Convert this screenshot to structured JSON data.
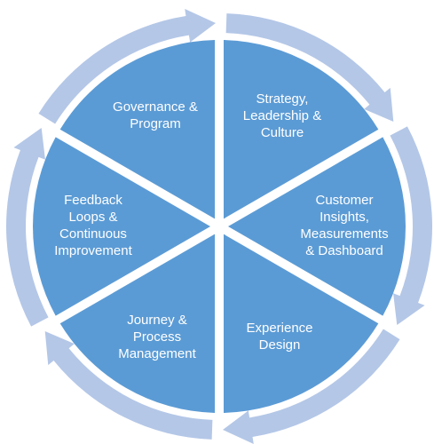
{
  "diagram": {
    "segments": [
      {
        "lines": [
          "Strategy,",
          "Leadership &",
          "Culture"
        ]
      },
      {
        "lines": [
          "Customer",
          "Insights,",
          "Measurements",
          "& Dashboard"
        ]
      },
      {
        "lines": [
          "Experience",
          "Design"
        ]
      },
      {
        "lines": [
          "Journey &",
          "Process",
          "Management"
        ]
      },
      {
        "lines": [
          "Feedback",
          "Loops &",
          "Continuous",
          "Improvement"
        ]
      },
      {
        "lines": [
          "Governance &",
          "Program"
        ]
      }
    ],
    "colors": {
      "segment_fill": "#5b9bd5",
      "arrow_fill": "#b4c7e7",
      "text": "#ffffff",
      "background": "#ffffff"
    }
  }
}
